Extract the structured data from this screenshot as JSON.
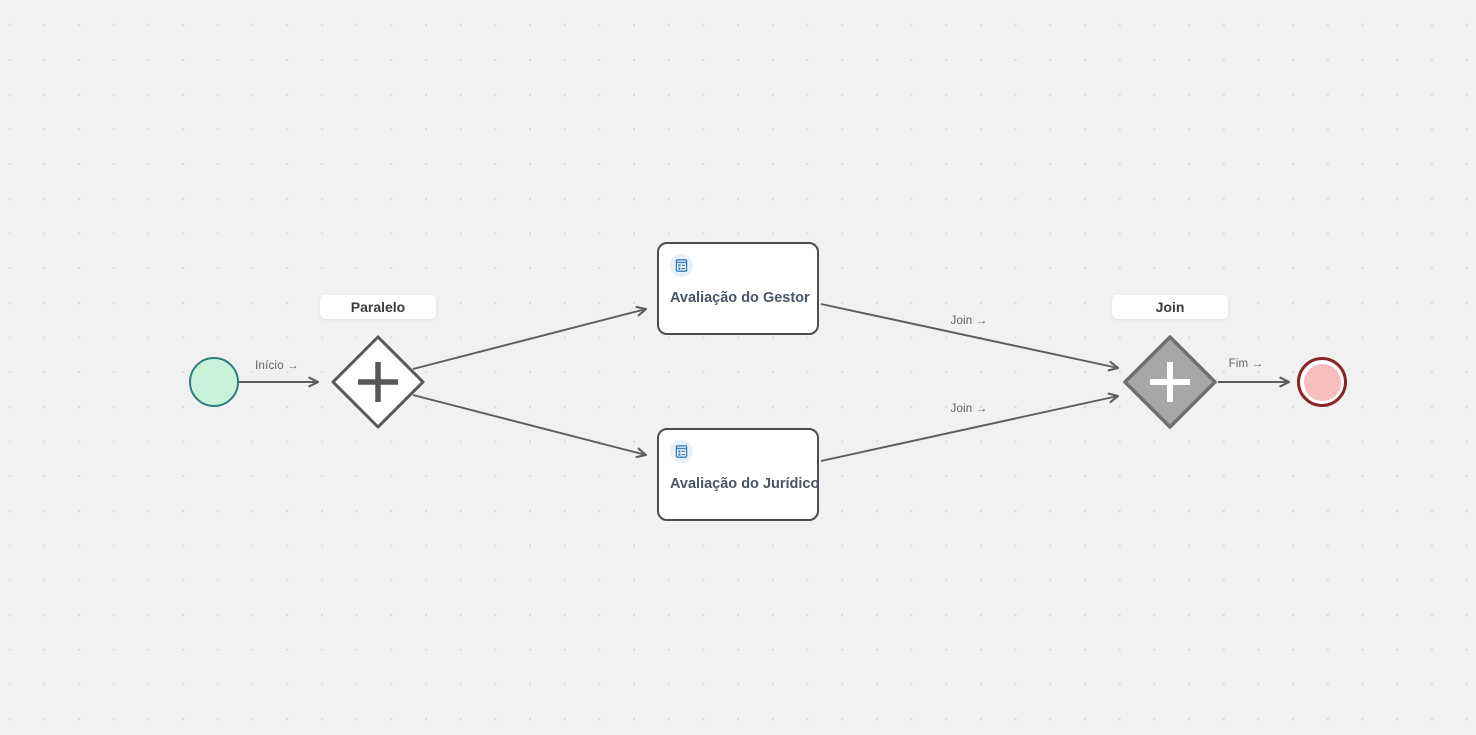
{
  "canvas": {
    "background_color": "#f1f1f1",
    "dot_color": "#d7d7d7"
  },
  "nodes": {
    "start_event": {
      "type": "start",
      "fill": "#c9f2da",
      "border_color": "#2e7e7e"
    },
    "parallel_gateway": {
      "label": "Paralelo",
      "fill": "#ffffff",
      "border_color": "#575757",
      "plus_color": "#575757"
    },
    "task_gestor": {
      "label": "Avaliação do Gestor",
      "icon": "form-icon",
      "icon_color": "#3b7dbd",
      "icon_badge_color": "#e7f1fa"
    },
    "task_juridico": {
      "label": "Avaliação do Jurídico",
      "icon": "form-icon",
      "icon_color": "#3b7dbd",
      "icon_badge_color": "#e7f1fa"
    },
    "join_gateway": {
      "label": "Join",
      "fill": "#a7a7a7",
      "border_color": "#707070",
      "plus_color": "#ffffff"
    },
    "end_event": {
      "type": "end",
      "fill": "#f8bdbd",
      "border_color": "#8b2424"
    }
  },
  "edges": [
    {
      "id": "start-to-parallel",
      "label": "Início →"
    },
    {
      "id": "parallel-to-gestor",
      "label": ""
    },
    {
      "id": "parallel-to-juridico",
      "label": ""
    },
    {
      "id": "gestor-to-join",
      "label": "Join →"
    },
    {
      "id": "juridico-to-join",
      "label": "Join →"
    },
    {
      "id": "join-to-end",
      "label": "Fim →"
    }
  ]
}
